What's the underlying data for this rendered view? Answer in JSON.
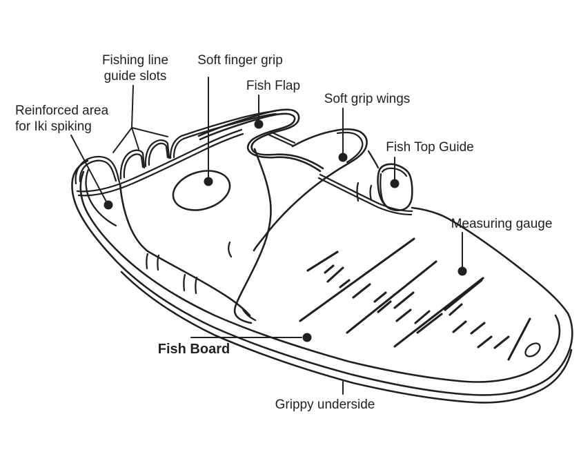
{
  "diagram": {
    "subject": "Fish Board labeled diagram",
    "colors": {
      "ink": "#231f20",
      "background": "#ffffff"
    },
    "labels": {
      "fishing_line_1": "Fishing line",
      "fishing_line_2": "guide slots",
      "reinforced_1": "Reinforced area",
      "reinforced_2": "for Iki spiking",
      "soft_finger_grip": "Soft finger grip",
      "fish_flap": "Fish Flap",
      "soft_grip_wings": "Soft grip wings",
      "fish_top_guide": "Fish Top Guide",
      "measuring_gauge": "Measuring gauge",
      "fish_board": "Fish Board",
      "grippy_underside": "Grippy underside"
    }
  }
}
